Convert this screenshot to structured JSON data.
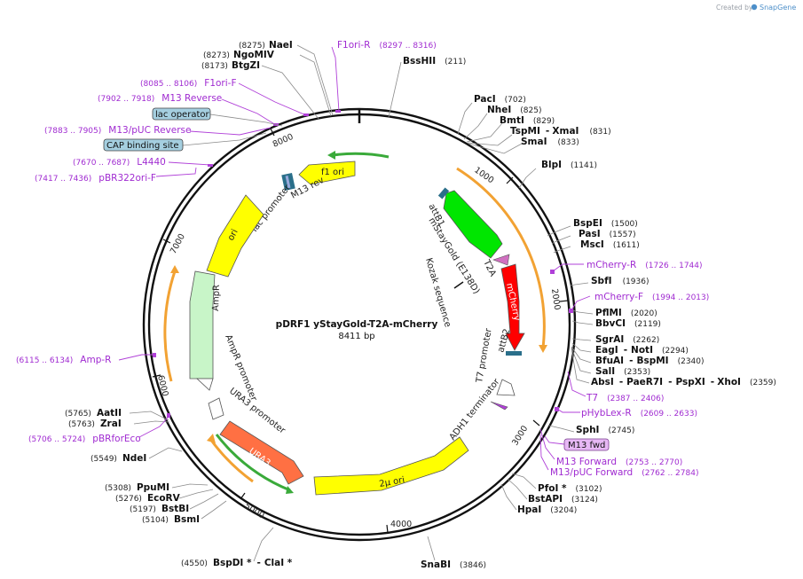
{
  "credit": {
    "prefix": "Created by",
    "brand": "SnapGene"
  },
  "plasmid": {
    "name": "pDRF1 yStayGold-T2A-mCherry",
    "length": "8411 bp"
  },
  "ticks": [
    "1000",
    "2000",
    "3000",
    "4000",
    "5000",
    "6000",
    "7000",
    "8000"
  ],
  "colors": {
    "orf": "#f2a233",
    "ori": "#ffff00",
    "primer": "#a02bd1",
    "mcherry": "#ff0000",
    "staygold": "#00e600",
    "ura3": "#ff7043",
    "ampr": "#c8f5c8",
    "m13fwd_bg": "#e7b8f5",
    "boxes_bg": "#a5cfe0"
  },
  "features": {
    "f1_ori": "f1 ori",
    "m13_rev": "M13 rev",
    "lac_promoter": "lac promoter",
    "ori": "ori",
    "ampr": "AmpR",
    "ampr_promoter": "AmpR promoter",
    "ura3_promoter": "URA3 promoter",
    "ura3": "URA3",
    "two_micron_ori": "2μ ori",
    "attb1": "attB1",
    "mstaygold": "mStayGold (E138D)",
    "t2a": "T2A",
    "mcherry": "mCherry",
    "kozak": "Kozak sequence",
    "attb2": "attB2",
    "t7_promoter": "T7 promoter",
    "adh1": "ADH1 terminator"
  },
  "enzymes": [
    {
      "pos": "(8275)",
      "name": "NaeI"
    },
    {
      "pos": "(8273)",
      "name": "NgoMIV"
    },
    {
      "pos": "(8173)",
      "name": "BtgZI"
    },
    {
      "name": "BssHII",
      "pos": "(211)"
    },
    {
      "name": "PacI",
      "pos": "(702)"
    },
    {
      "name": "NheI",
      "pos": "(825)"
    },
    {
      "name": "BmtI",
      "pos": "(829)"
    },
    {
      "name": "TspMI",
      "sep": "-",
      "name2": "XmaI",
      "pos": "(831)"
    },
    {
      "name": "SmaI",
      "pos": "(833)"
    },
    {
      "name": "BlpI",
      "pos": "(1141)"
    },
    {
      "name": "BspEI",
      "pos": "(1500)"
    },
    {
      "name": "PasI",
      "pos": "(1557)"
    },
    {
      "name": "MscI",
      "pos": "(1611)"
    },
    {
      "name": "SbfI",
      "pos": "(1936)"
    },
    {
      "name": "PflMI",
      "pos": "(2020)"
    },
    {
      "name": "BbvCI",
      "pos": "(2119)"
    },
    {
      "name": "SgrAI",
      "pos": "(2262)"
    },
    {
      "name": "EagI",
      "sep": "-",
      "name2": "NotI",
      "pos": "(2294)"
    },
    {
      "name": "BfuAI",
      "sep": "-",
      "name2": "BspMI",
      "pos": "(2340)"
    },
    {
      "name": "SalI",
      "pos": "(2353)"
    },
    {
      "name": "AbsI",
      "sep": "-",
      "name2": "PaeR7I",
      "sep2": "-",
      "name3": "PspXI",
      "sep3": "-",
      "name4": "XhoI",
      "pos": "(2359)"
    },
    {
      "name": "SphI",
      "pos": "(2745)"
    },
    {
      "name": "PfoI *",
      "pos": "(3102)"
    },
    {
      "name": "BstAPI",
      "pos": "(3124)"
    },
    {
      "name": "HpaI",
      "pos": "(3204)"
    },
    {
      "name": "SnaBI",
      "pos": "(3846)"
    },
    {
      "pos": "(4550)",
      "name": "BspDI *",
      "sep": "-",
      "name2": "ClaI *"
    },
    {
      "pos": "(5104)",
      "name": "BsmI"
    },
    {
      "pos": "(5197)",
      "name": "BstBI"
    },
    {
      "pos": "(5276)",
      "name": "EcoRV"
    },
    {
      "pos": "(5308)",
      "name": "PpuMI"
    },
    {
      "pos": "(5549)",
      "name": "NdeI"
    },
    {
      "pos": "(5763)",
      "name": "ZraI"
    },
    {
      "pos": "(5765)",
      "name": "AatII"
    }
  ],
  "primers": [
    {
      "name": "F1ori-R",
      "range": "(8297 .. 8316)"
    },
    {
      "range": "(8085 .. 8106)",
      "name": "F1ori-F"
    },
    {
      "range": "(7902 .. 7918)",
      "name": "M13 Reverse"
    },
    {
      "range": "(7883 .. 7905)",
      "name": "M13/pUC Reverse"
    },
    {
      "range": "(7670 .. 7687)",
      "name": "L4440"
    },
    {
      "range": "(7417 .. 7436)",
      "name": "pBR322ori-F"
    },
    {
      "name": "mCherry-R",
      "range": "(1726 .. 1744)"
    },
    {
      "name": "mCherry-F",
      "range": "(1994 .. 2013)"
    },
    {
      "name": "T7",
      "range": "(2387 .. 2406)"
    },
    {
      "name": "pHybLex-R",
      "range": "(2609 .. 2633)"
    },
    {
      "name": "M13 Forward",
      "range": "(2753 .. 2770)"
    },
    {
      "name": "M13/pUC Forward",
      "range": "(2762 .. 2784)"
    },
    {
      "range": "(6115 .. 6134)",
      "name": "Amp-R"
    },
    {
      "range": "(5706 .. 5724)",
      "name": "pBRforEco"
    }
  ],
  "boxes": {
    "lac_operator": "lac operator",
    "cap_site": "CAP binding site",
    "m13_fwd": "M13 fwd"
  }
}
